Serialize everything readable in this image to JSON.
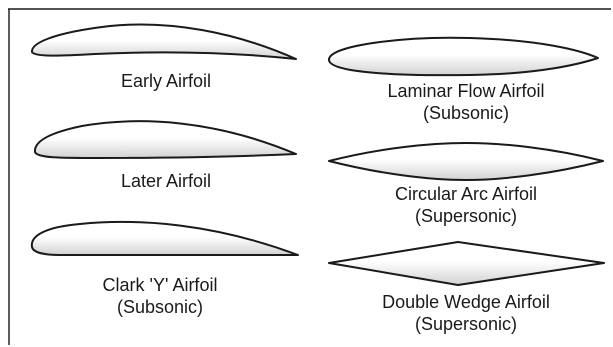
{
  "diagram": {
    "colors": {
      "outline": "#1a1a1a",
      "fill_light": "#ffffff",
      "fill_shade": "#d2d2d2"
    },
    "airfoils": [
      {
        "id": "early",
        "line1": "Early Airfoil",
        "line2": ""
      },
      {
        "id": "later",
        "line1": "Later Airfoil",
        "line2": ""
      },
      {
        "id": "clark-y",
        "line1": "Clark 'Y' Airfoil",
        "line2": "(Subsonic)"
      },
      {
        "id": "laminar-flow",
        "line1": "Laminar Flow Airfoil",
        "line2": "(Subsonic)"
      },
      {
        "id": "circular-arc",
        "line1": "Circular Arc Airfoil",
        "line2": "(Supersonic)"
      },
      {
        "id": "double-wedge",
        "line1": "Double Wedge Airfoil",
        "line2": "(Supersonic)"
      }
    ]
  }
}
